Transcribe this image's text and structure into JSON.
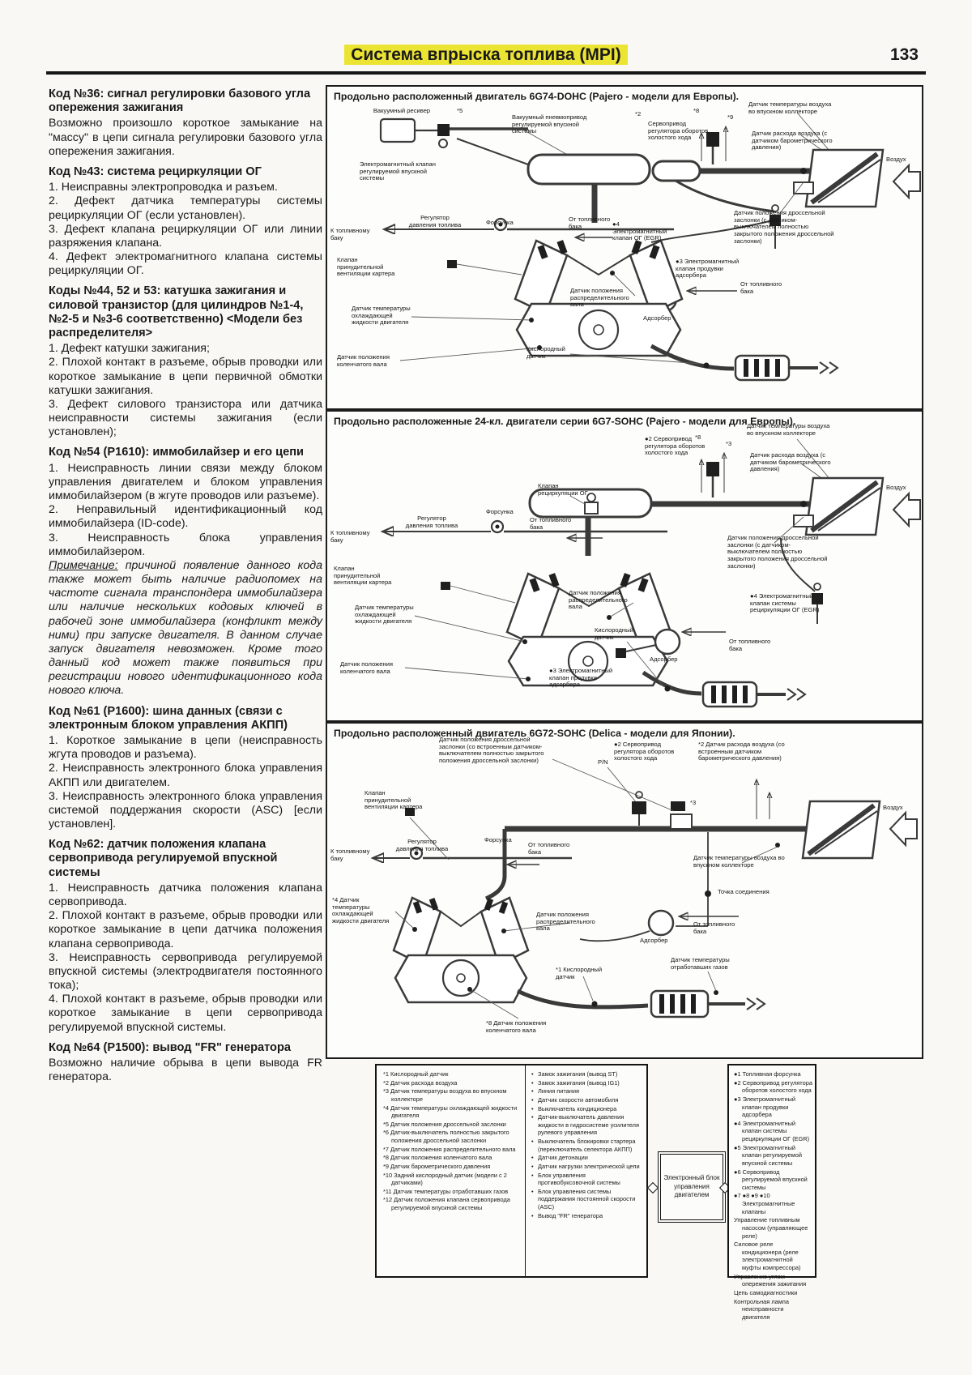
{
  "header": {
    "title": "Система впрыска топлива (MPI)",
    "page_number": "133"
  },
  "left_column": {
    "sections": [
      {
        "heading": "Код №36: сигнал регулировки базового угла опережения зажигания",
        "paragraphs": [
          "Возможно произошло короткое замыкание на \"массу\" в цепи сигнала регулировки базового угла опережения зажигания."
        ]
      },
      {
        "heading": "Код №43: система рециркуляции ОГ",
        "paragraphs": [
          "1.  Неисправны  электропроводка  и разъем.",
          "2. Дефект датчика температуры системы рециркуляции ОГ (если установлен).",
          "3. Дефект клапана рециркуляции ОГ или линии разряжения клапана.",
          "4. Дефект электромагнитного клапана системы рециркуляции ОГ."
        ]
      },
      {
        "heading": "Коды №44, 52 и 53: катушка зажигания и силовой транзистор (для цилиндров №1-4, №2-5 и №3-6 соответственно) <Модели без распределителя>",
        "paragraphs": [
          "1. Дефект катушки зажигания;",
          "2. Плохой контакт в разъеме, обрыв проводки или короткое замыкание в цепи первичной обмотки катушки зажигания.",
          "3. Дефект силового транзистора или датчика неисправности системы зажигания (если установлен);"
        ]
      },
      {
        "heading": "Код №54 (Р1610): иммобилайзер и его цепи",
        "paragraphs": [
          "1. Неисправность линии связи между блоком управления двигателем и блоком управления иммобилайзером (в жгуте проводов или разъеме).",
          "2. Неправильный идентификационный код иммобилайзера (ID-code).",
          "3. Неисправность блока управления иммобилайзером."
        ],
        "note_label": "Примечание:",
        "note": " причиной появление данного кода также может быть наличие радиопомех на частоте сигнала транспондера иммобилайзера или наличие нескольких кодовых ключей в рабочей зоне иммобилайзера (конфликт между ними) при запуске двигателя. В данном случае запуск двигателя невозможен. Кроме того данный код может также появиться при регистрации нового идентификационного кода нового ключа."
      },
      {
        "heading": "Код №61 (Р1600): шина данных (связи с электронным блоком управления АКПП)",
        "paragraphs": [
          "1. Короткое замыкание в цепи (неисправность жгута проводов и разъема).",
          "2. Неисправность электронного блока управления АКПП или двигателем.",
          "3. Неисправность электронного блока управления системой поддержания скорости (ASC) [если установлен]."
        ]
      },
      {
        "heading": "Код №62: датчик положения клапана сервопривода регулируемой впускной системы",
        "paragraphs": [
          "1. Неисправность датчика положения клапана сервопривода.",
          "2. Плохой контакт в разъеме, обрыв проводки или короткое замыкание в цепи датчика положения клапана сервопривода.",
          "3. Неисправность сервопривода регулируемой впускной системы (электродвигателя постоянного тока);",
          "4. Плохой контакт в разъеме, обрыв проводки или короткое замыкание в цепи сервопривода регулируемой впускной системы."
        ]
      },
      {
        "heading": "Код №64 (Р1500): вывод \"FR\" генератора",
        "paragraphs": [
          "Возможно наличие обрыва в цепи вывода FR генератора."
        ]
      }
    ]
  },
  "diagrams": [
    {
      "title": "Продольно расположенный двигатель 6G74-DOHC (Pajero - модели для Европы).",
      "labels": [
        "Вакуумный ресивер",
        "*5",
        "Вакуумный пневмопривод регулируемой впускной системы",
        "Электромагнитный клапан регулируемой впускной системы",
        "*2",
        "Сервопривод регулятора оборотов холостого хода",
        "*8",
        "*9",
        "Датчик температуры воздуха во впускном коллекторе",
        "Датчик расхода воздуха (с датчиком барометрического давления)",
        "Воздух",
        "Датчик положения дроссельной заслонки (с датчиком-выключателем полностью закрытого положения дроссельной заслонки)",
        "●4 Электромагнитный клапан ОГ (EGR)",
        "●3 Электромагнитный клапан продувки адсорбера",
        "Адсорбер",
        "От топливного бака",
        "К топливному баку",
        "Регулятор давления топлива",
        "Форсунка",
        "От топливного бака",
        "Клапан принудительной вентиляции картера",
        "Датчик температуры охлаждающей жидкости двигателя",
        "Датчик положения коленчатого вала",
        "Датчик положения распределительного вала",
        "Кислородный датчик"
      ]
    },
    {
      "title": "Продольно расположенные 24-кл. двигатели серии 6G7-SOHC (Pajero - модели для Европы).",
      "labels": [
        "●2 Сервопривод регулятора оборотов холостого хода",
        "*8",
        "*3",
        "Датчик температуры воздуха во впускном коллекторе",
        "Датчик расхода воздуха (с датчиком барометрического давления)",
        "Воздух",
        "Клапан рециркуляции ОГ",
        "К топливному баку",
        "Регулятор давления топлива",
        "Форсунка",
        "От топливного бака",
        "Датчик положения дроссельной заслонки (с датчиком-выключателем полностью закрытого положения дроссельной заслонки)",
        "Клапан принудительной вентиляции картера",
        "●4 Электромагнитный клапан системы рециркуляции ОГ (EGR)",
        "От топливного бака",
        "Адсорбер",
        "●3 Электромагнитный клапан продувки адсорбера",
        "Датчик температуры охлаждающей жидкости двигателя",
        "Датчик положения распределительного вала",
        "Кислородный датчик",
        "Датчик положения коленчатого вала"
      ]
    },
    {
      "title": "Продольно расположенный двигатель 6G72-SOHC (Delica - модели для Японии).",
      "labels": [
        "Датчик положения дроссельной заслонки (со встроенным датчиком-выключателем полностью закрытого положения дроссельной заслонки)",
        "P/N",
        "●2 Сервопривод регулятора оборотов холостого хода",
        "*2 Датчик расхода воздуха (со встроенным датчиком барометрического давления)",
        "*3",
        "Воздух",
        "Клапан принудительной вентиляции картера",
        "Датчик температуры воздуха во впускном коллекторе",
        "К топливному баку",
        "Регулятор давления топлива",
        "Форсунка",
        "От топливного бака",
        "Точка соединения",
        "*4 Датчик температуры охлаждающей жидкости двигателя",
        "Датчик положения распределительного вала",
        "Адсорбер",
        "От топливного бака",
        "*1 Кислородный датчик",
        "Датчик температуры отработавших газов",
        "*8 Датчик положения коленчатого вала"
      ]
    }
  ],
  "legend": {
    "starred": [
      "*1  Кислородный датчик",
      "*2  Датчик расхода воздуха",
      "*3  Датчик температуры воздуха во впускном коллекторе",
      "*4  Датчик температуры охлаждающей жидкости двигателя",
      "*5  Датчик положения дроссельной заслонки",
      "*6  Датчик-выключатель полностью закрытого положения дроссельной заслонки",
      "*7  Датчик положения распределительного вала",
      "*8  Датчик положения коленчатого вала",
      "*9  Датчик барометрического давления",
      "*10  Задний кислородный датчик (модели с 2 датчиками)",
      "*11  Датчик температуры отработавших газов",
      "*12  Датчик положения клапана сервопривода регулируемой впускной системы"
    ],
    "inputs": [
      "Замок зажигания (вывод ST)",
      "Замок зажигания (вывод IG1)",
      "Линия питания",
      "Датчик скорости автомобиля",
      "Выключатель кондиционера",
      "Датчик-выключатель давления жидкости в гидросистеме усилителя рулевого управления",
      "Выключатель блокировки стартера (переключатель селектора АКПП)",
      "Датчик детонации",
      "Датчик нагрузки электрической цепи",
      "Блок управления противобуксовочной системы",
      "Блок управления системы поддержания постоянной скорости (ASC)",
      "Вывод \"FR\" генератора"
    ],
    "outputs": [
      "●1  Топливная форсунка",
      "●2  Сервопривод регулятора оборотов холостого хода",
      "●3  Электромагнитный клапан продувки адсорбера",
      "●4  Электромагнитный клапан системы рециркуляции ОГ (EGR)",
      "●5  Электромагнитный клапан регулируемой впускной системы",
      "●6  Сервопривод регулируемой впускной системы",
      "●7 ●8 ●9 ●10  Электромагнитные клапаны",
      "Управление топливным насосом (управляющее реле)",
      "Силовое реле кондиционера (реле электромагнитной муфты компрессора)",
      "Управление углом опережения зажигания",
      "Цепь самодиагностики",
      "Контрольная лампа неисправности двигателя"
    ],
    "ecu": "Электронный блок управления двигателем"
  }
}
